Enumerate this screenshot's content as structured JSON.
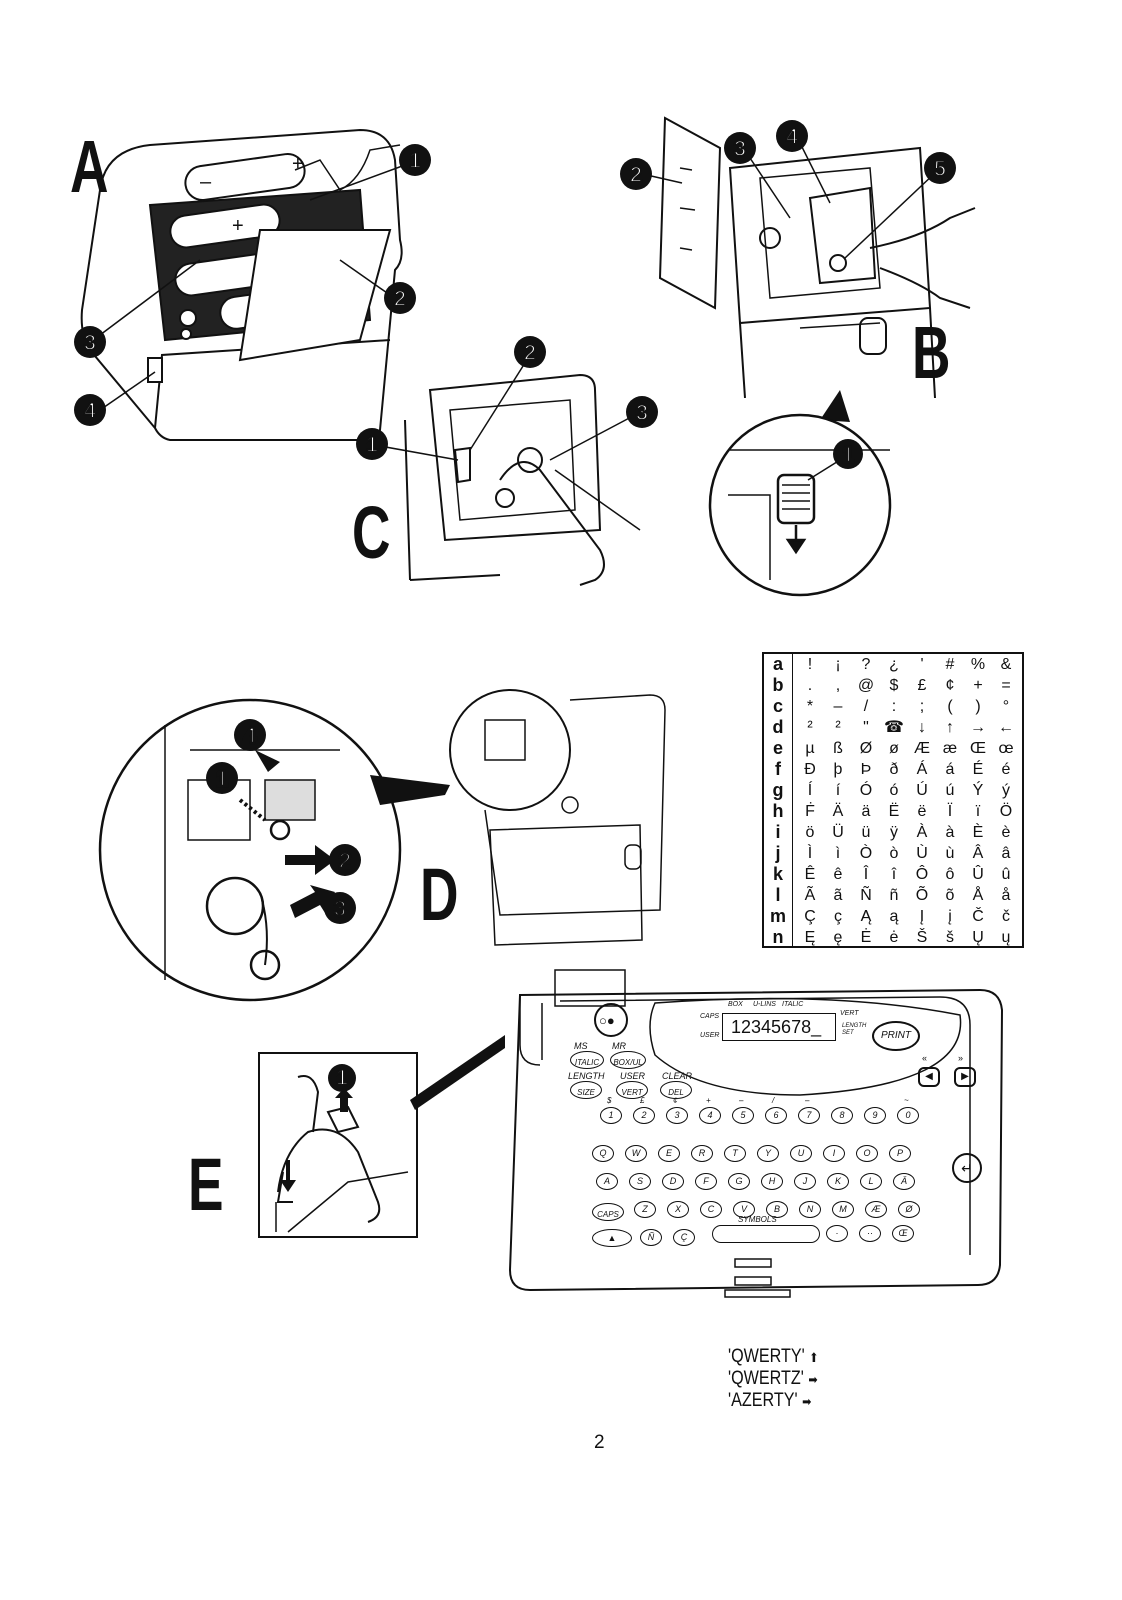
{
  "panels": {
    "a": {
      "letter": "A"
    },
    "b": {
      "letter": "B"
    },
    "c": {
      "letter": "C"
    },
    "d": {
      "letter": "D"
    },
    "e": {
      "letter": "E"
    }
  },
  "callouts": {
    "one": "1",
    "two": "2",
    "three": "3",
    "four": "4",
    "five": "5"
  },
  "symbol_table": {
    "rows": [
      {
        "key": "a",
        "symbols": [
          "!",
          "¡",
          "?",
          "¿",
          "'",
          "#",
          "%",
          "&"
        ]
      },
      {
        "key": "b",
        "symbols": [
          ".",
          ",",
          "@",
          "$",
          "£",
          "¢",
          "+",
          "="
        ]
      },
      {
        "key": "c",
        "symbols": [
          "*",
          "–",
          "/",
          ":",
          ";",
          "(",
          ")",
          "°"
        ]
      },
      {
        "key": "d",
        "symbols": [
          "²",
          "²",
          "\"",
          "☎",
          "↓",
          "↑",
          "→",
          "←"
        ]
      },
      {
        "key": "e",
        "symbols": [
          "µ",
          "ß",
          "Ø",
          "ø",
          "Æ",
          "æ",
          "Œ",
          "œ"
        ]
      },
      {
        "key": "f",
        "symbols": [
          "Đ",
          "þ",
          "Þ",
          "ð",
          "Á",
          "á",
          "É",
          "é"
        ]
      },
      {
        "key": "g",
        "symbols": [
          "Í",
          "í",
          "Ó",
          "ó",
          "Ú",
          "ú",
          "Ý",
          "ý"
        ]
      },
      {
        "key": "h",
        "symbols": [
          "Ḟ",
          "Ä",
          "ä",
          "Ë",
          "ë",
          "Ï",
          "ï",
          "Ö"
        ]
      },
      {
        "key": "i",
        "symbols": [
          "ö",
          "Ü",
          "ü",
          "ÿ",
          "À",
          "à",
          "È",
          "è"
        ]
      },
      {
        "key": "j",
        "symbols": [
          "Ì",
          "ì",
          "Ò",
          "ò",
          "Ù",
          "ù",
          "Â",
          "â"
        ]
      },
      {
        "key": "k",
        "symbols": [
          "Ê",
          "ê",
          "Î",
          "î",
          "Ô",
          "ô",
          "Û",
          "û"
        ]
      },
      {
        "key": "l",
        "symbols": [
          "Ã",
          "ã",
          "Ñ",
          "ñ",
          "Õ",
          "õ",
          "Å",
          "å"
        ]
      },
      {
        "key": "m",
        "symbols": [
          "Ç",
          "ç",
          "Ą",
          "ą",
          "Į",
          "į",
          "Č",
          "č"
        ]
      },
      {
        "key": "n",
        "symbols": [
          "Ę",
          "ę",
          "Ė",
          "ė",
          "Š",
          "š",
          "Ų",
          "ų"
        ]
      }
    ]
  },
  "keyboard": {
    "display": {
      "text": "12345678_",
      "caps": "CAPS",
      "user": "USER",
      "box": "BOX",
      "ulins": "U-LINS",
      "italic": "ITALIC",
      "vert": "VERT",
      "length_set": "LENGTH SET"
    },
    "print_label": "PRINT",
    "fn_top": {
      "ms": "MS",
      "mr": "MR",
      "length": "LENGTH",
      "user": "USER",
      "clear": "CLEAR"
    },
    "fn_keys": {
      "italic": "ITALIC",
      "boxul": "BOX/UL",
      "size": "SIZE",
      "vert": "VERT",
      "del": "DEL",
      "caps": "CAPS"
    },
    "symbols_label": "SYMBOLS",
    "number_keys": [
      "1",
      "2",
      "3",
      "4",
      "5",
      "6",
      "7",
      "8",
      "9",
      "0"
    ],
    "number_shift": [
      "$",
      "£",
      "¢",
      "+",
      "–",
      "/",
      "–",
      "",
      "",
      "~"
    ],
    "row_q": [
      "Q",
      "W",
      "E",
      "R",
      "T",
      "Y",
      "U",
      "I",
      "O",
      "P"
    ],
    "row_a": [
      "A",
      "S",
      "D",
      "F",
      "G",
      "H",
      "J",
      "K",
      "L",
      "Ä"
    ],
    "row_z": [
      "Z",
      "X",
      "C",
      "V",
      "B",
      "N",
      "M",
      "Æ",
      "Ø"
    ],
    "row_bottom": [
      "Ñ",
      "Ç"
    ],
    "row_bottom_right": [
      "·",
      "··",
      "Œ"
    ]
  },
  "layouts": [
    {
      "label": "'QWERTY'",
      "arrow": "⬆"
    },
    {
      "label": "'QWERTZ'",
      "arrow": "➡"
    },
    {
      "label": "'AZERTY'",
      "arrow": "➡"
    }
  ],
  "page_number": "2"
}
